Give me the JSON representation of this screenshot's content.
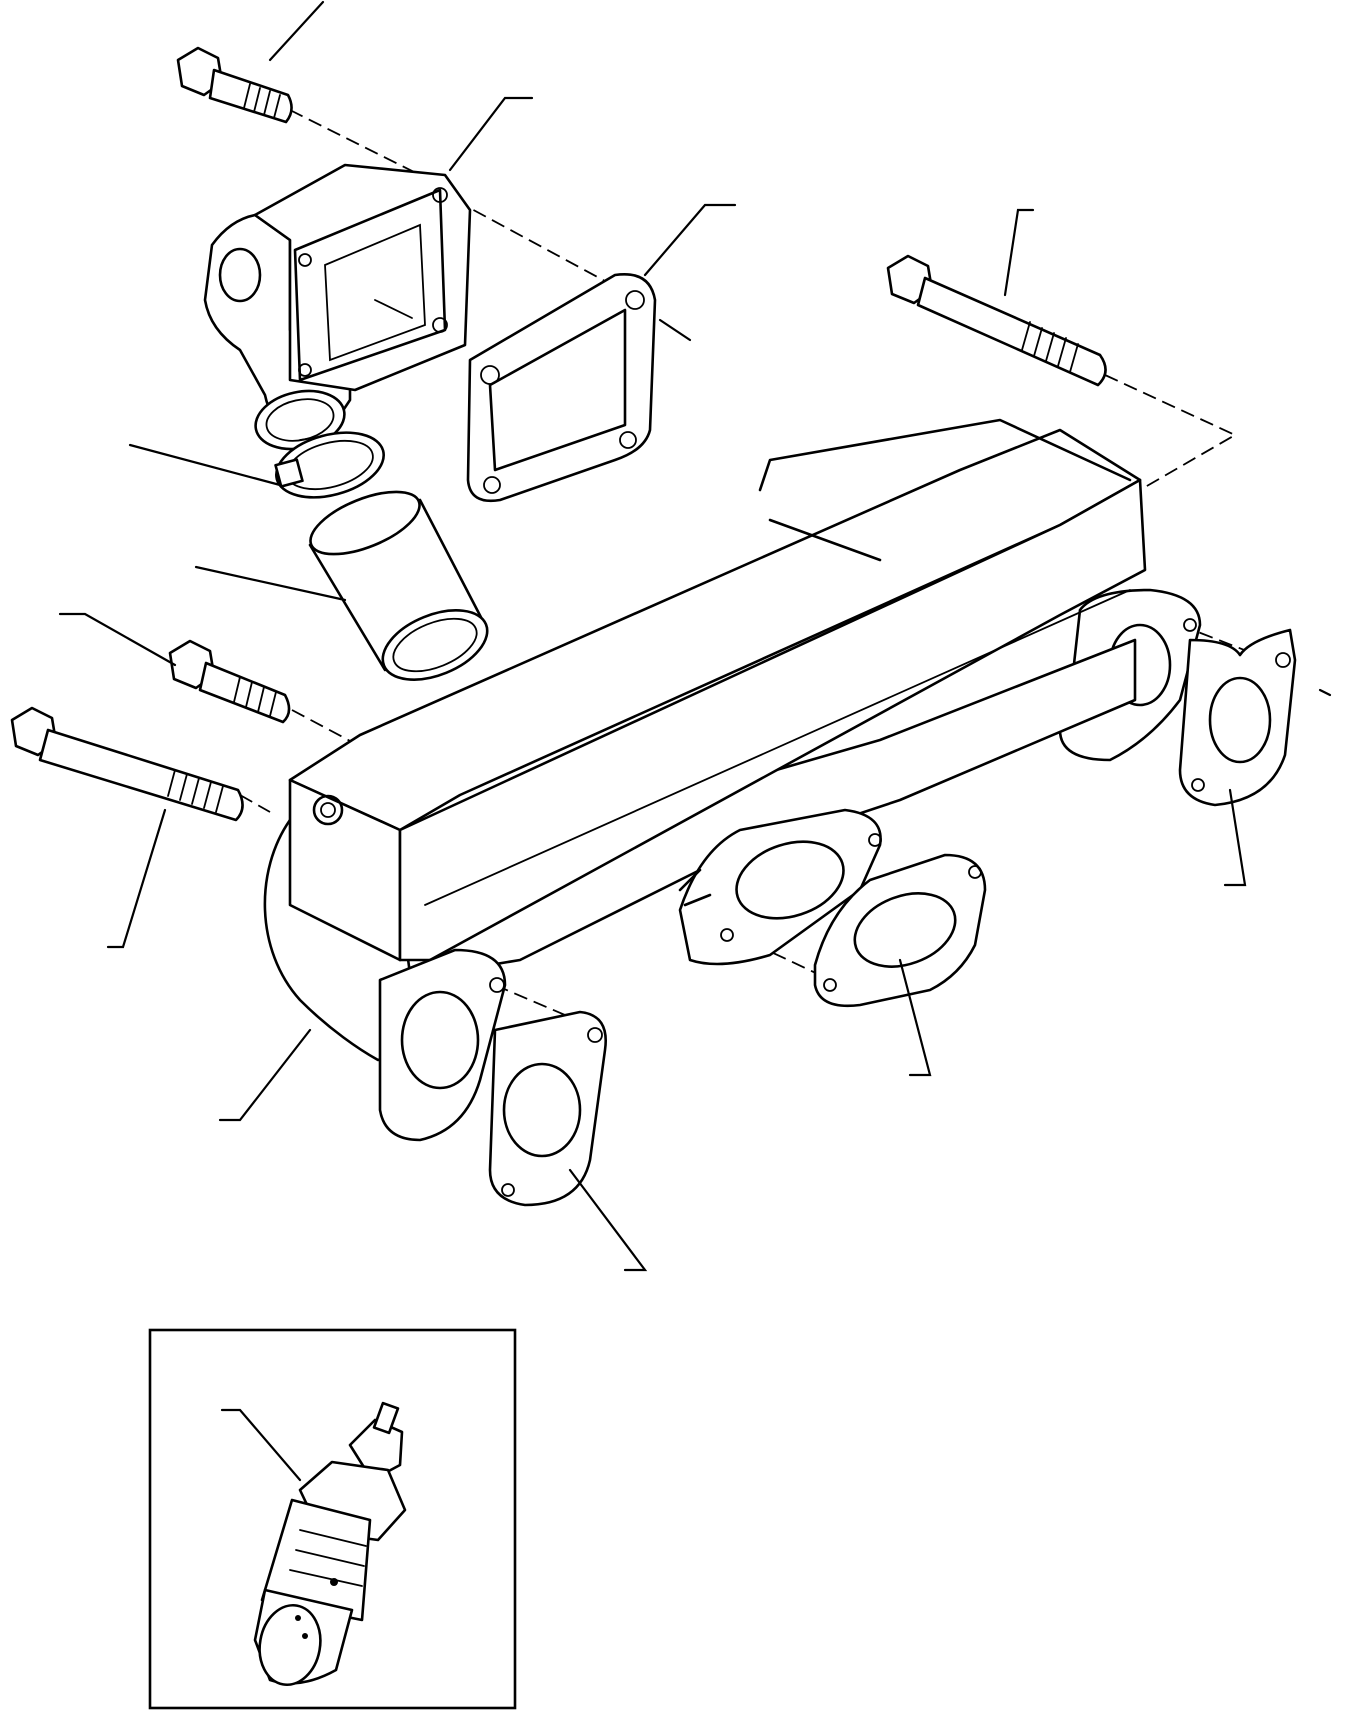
{
  "diagram": {
    "kind": "exploded parts illustration",
    "callouts_labeled": false,
    "parts": [
      "thermostat-housing",
      "housing-gasket",
      "hose-clamp",
      "connecting-hose",
      "manifold",
      "flange-gasket-front",
      "flange-gasket-middle",
      "flange-gasket-rear",
      "housing-bolt",
      "long-bolt-top",
      "short-bolt",
      "long-bolt-left",
      "temperature-sender"
    ]
  },
  "colors": {
    "line": "#000000",
    "background": "#ffffff"
  }
}
